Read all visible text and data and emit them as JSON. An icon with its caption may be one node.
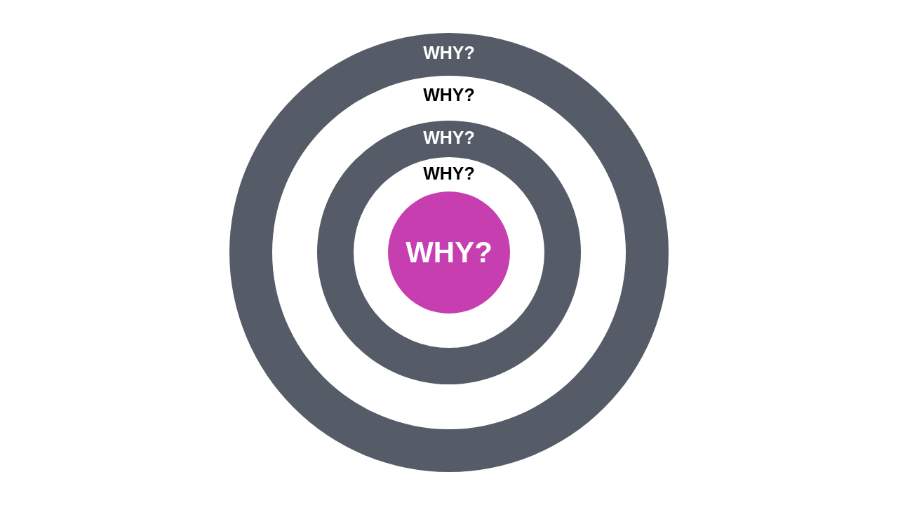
{
  "diagram": {
    "nodes": [
      {
        "text": [
          "WHY?"
        ]
      },
      {
        "text": [
          "WHY?"
        ],
        "in": 0
      },
      {
        "text": [
          "WHY?"
        ],
        "in": 1
      },
      {
        "text": [
          "WHY?"
        ],
        "in": 2
      },
      {
        "text": [
          "WHY?"
        ],
        "in": 3
      }
    ]
  }
}
